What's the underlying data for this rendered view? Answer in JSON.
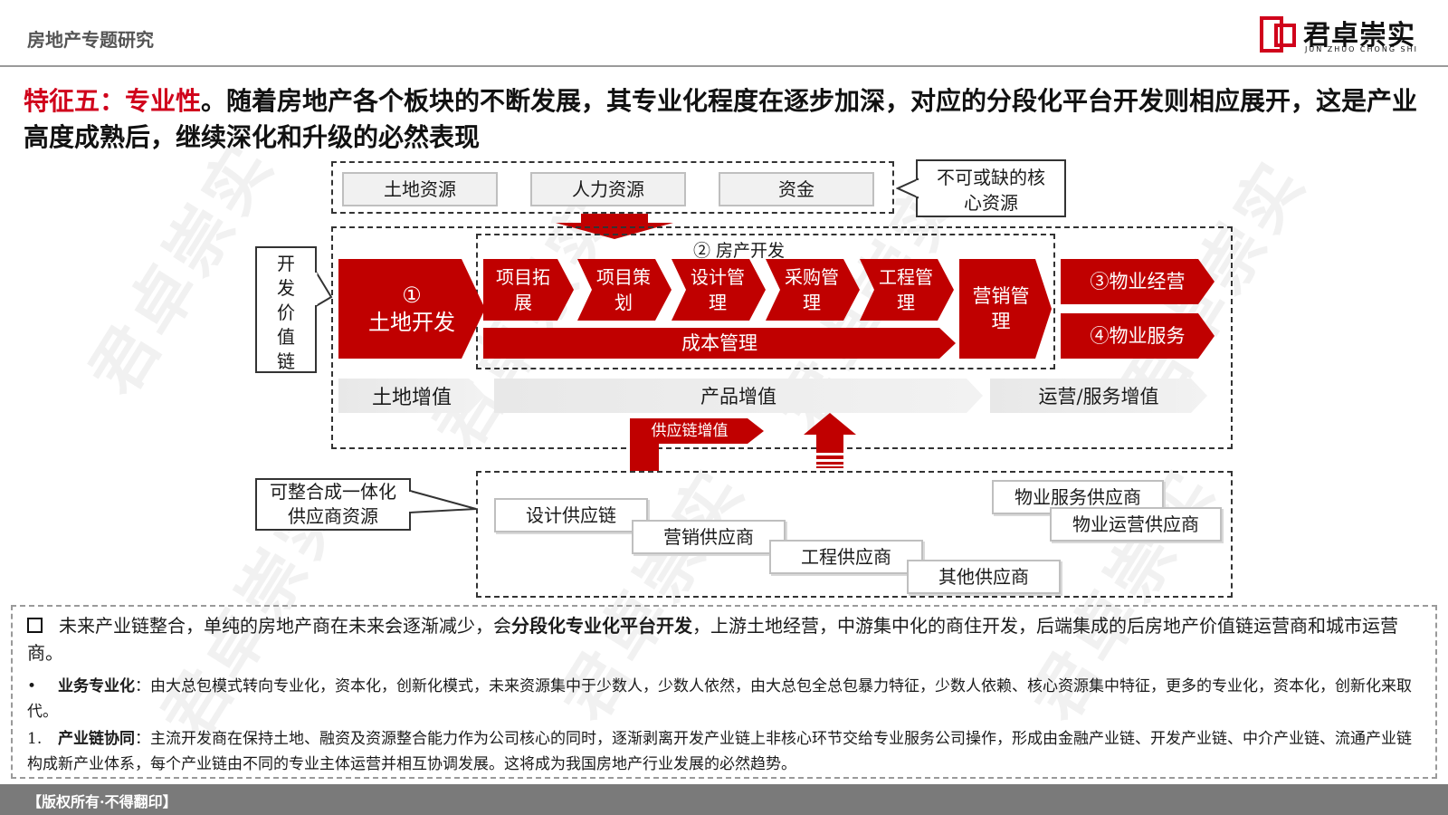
{
  "header": {
    "section_title": "房地产专题研究",
    "logo_cn": "君卓崇实",
    "logo_en": "JUN ZHUO CHONG SHI",
    "logo_mark": "logo-mark"
  },
  "watermark": "君卓崇实",
  "headline": {
    "highlight": "特征五：专业性",
    "text": "。随着房地产各个板块的不断发展，其专业化程度在逐步加深，对应的分段化平台开发则相应展开，这是产业高度成熟后，继续深化和升级的必然表现"
  },
  "resources": {
    "items": [
      "土地资源",
      "人力资源",
      "资金"
    ],
    "callout": "不可或缺的核心资源"
  },
  "value_chain": {
    "callout": "开发价值链",
    "land_dev": {
      "num": "①",
      "label": "土地开发"
    },
    "real_estate_title": "② 房产开发",
    "steps": [
      "项目拓展",
      "项目策划",
      "设计管理",
      "采购管理",
      "工程管理"
    ],
    "marketing": "营销管理",
    "cost": "成本管理",
    "property_ops": "③物业经营",
    "property_service": "④物业服务",
    "values": [
      "土地增值",
      "产品增值",
      "运营/服务增值"
    ],
    "supply_value": "供应链增值"
  },
  "suppliers": {
    "callout": "可整合成一体化供应商资源",
    "items": [
      "设计供应链",
      "营销供应商",
      "工程供应商",
      "其他供应商",
      "物业服务供应商",
      "物业运营供应商"
    ]
  },
  "notes": {
    "p1_pre": "未来产业链整合，单纯的房地产商在未来会逐渐减少，会",
    "p1_bold": "分段化专业化平台开发",
    "p1_post": "，上游土地经营，中游集中化的商住开发，后端集成的后房地产价值链运营商和城市运营商。",
    "p2_marker": "•",
    "p2_bold": "业务专业化",
    "p2_text": "：由大总包模式转向专业化，资本化，创新化模式，未来资源集中于少数人，少数人依然，由大总包全总包暴力特征，少数人依赖、核心资源集中特征，更多的专业化，资本化，创新化来取代。",
    "p3_marker": "1.",
    "p3_bold": "产业链协同",
    "p3_text": "：主流开发商在保持土地、融资及资源整合能力作为公司核心的同时，逐渐剥离开发产业链上非核心环节交给专业服务公司操作，形成由金融产业链、开发产业链、中介产业链、流通产业链构成新产业体系，每个产业链由不同的专业主体运营并相互协调发展。这将成为我国房地产行业发展的必然趋势。"
  },
  "footer": "【版权所有·不得翻印】",
  "colors": {
    "accent": "#c00000",
    "highlight": "#d0021b"
  }
}
